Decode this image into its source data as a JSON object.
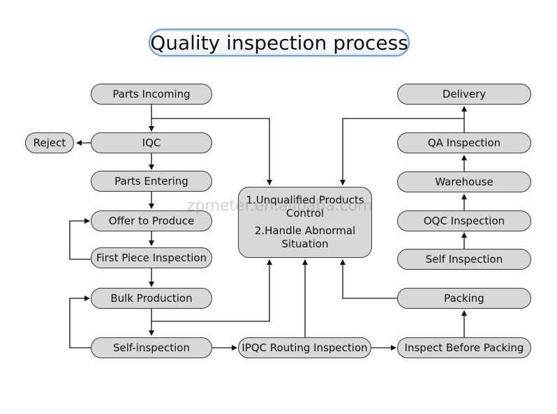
{
  "title": "Quality inspection process",
  "watermark": "zpmeter.en.alibaba.com",
  "nodes": {
    "parts_incoming": "Parts Incoming",
    "iqc": "IQC",
    "reject": "Reject",
    "parts_entering": "Parts Entering",
    "offer_to_produce": "Offer to Produce",
    "first_piece_inspection": "First Piece Inspection",
    "bulk_production": "Bulk Production",
    "self_inspection_left": "Self-inspection",
    "ipqc_routing_inspection": "IPQC Routing Inspection",
    "inspect_before_packing": "Inspect Before Packing",
    "packing": "Packing",
    "self_inspection_right": "Self Inspection",
    "oqc_inspection": "OQC Inspection",
    "warehouse": "Warehouse",
    "qa_inspection": "QA Inspection",
    "delivery": "Delivery"
  },
  "center": {
    "line1": "1.Unqualified Products Control",
    "line2": "2.Handle Abnormal Situation"
  }
}
